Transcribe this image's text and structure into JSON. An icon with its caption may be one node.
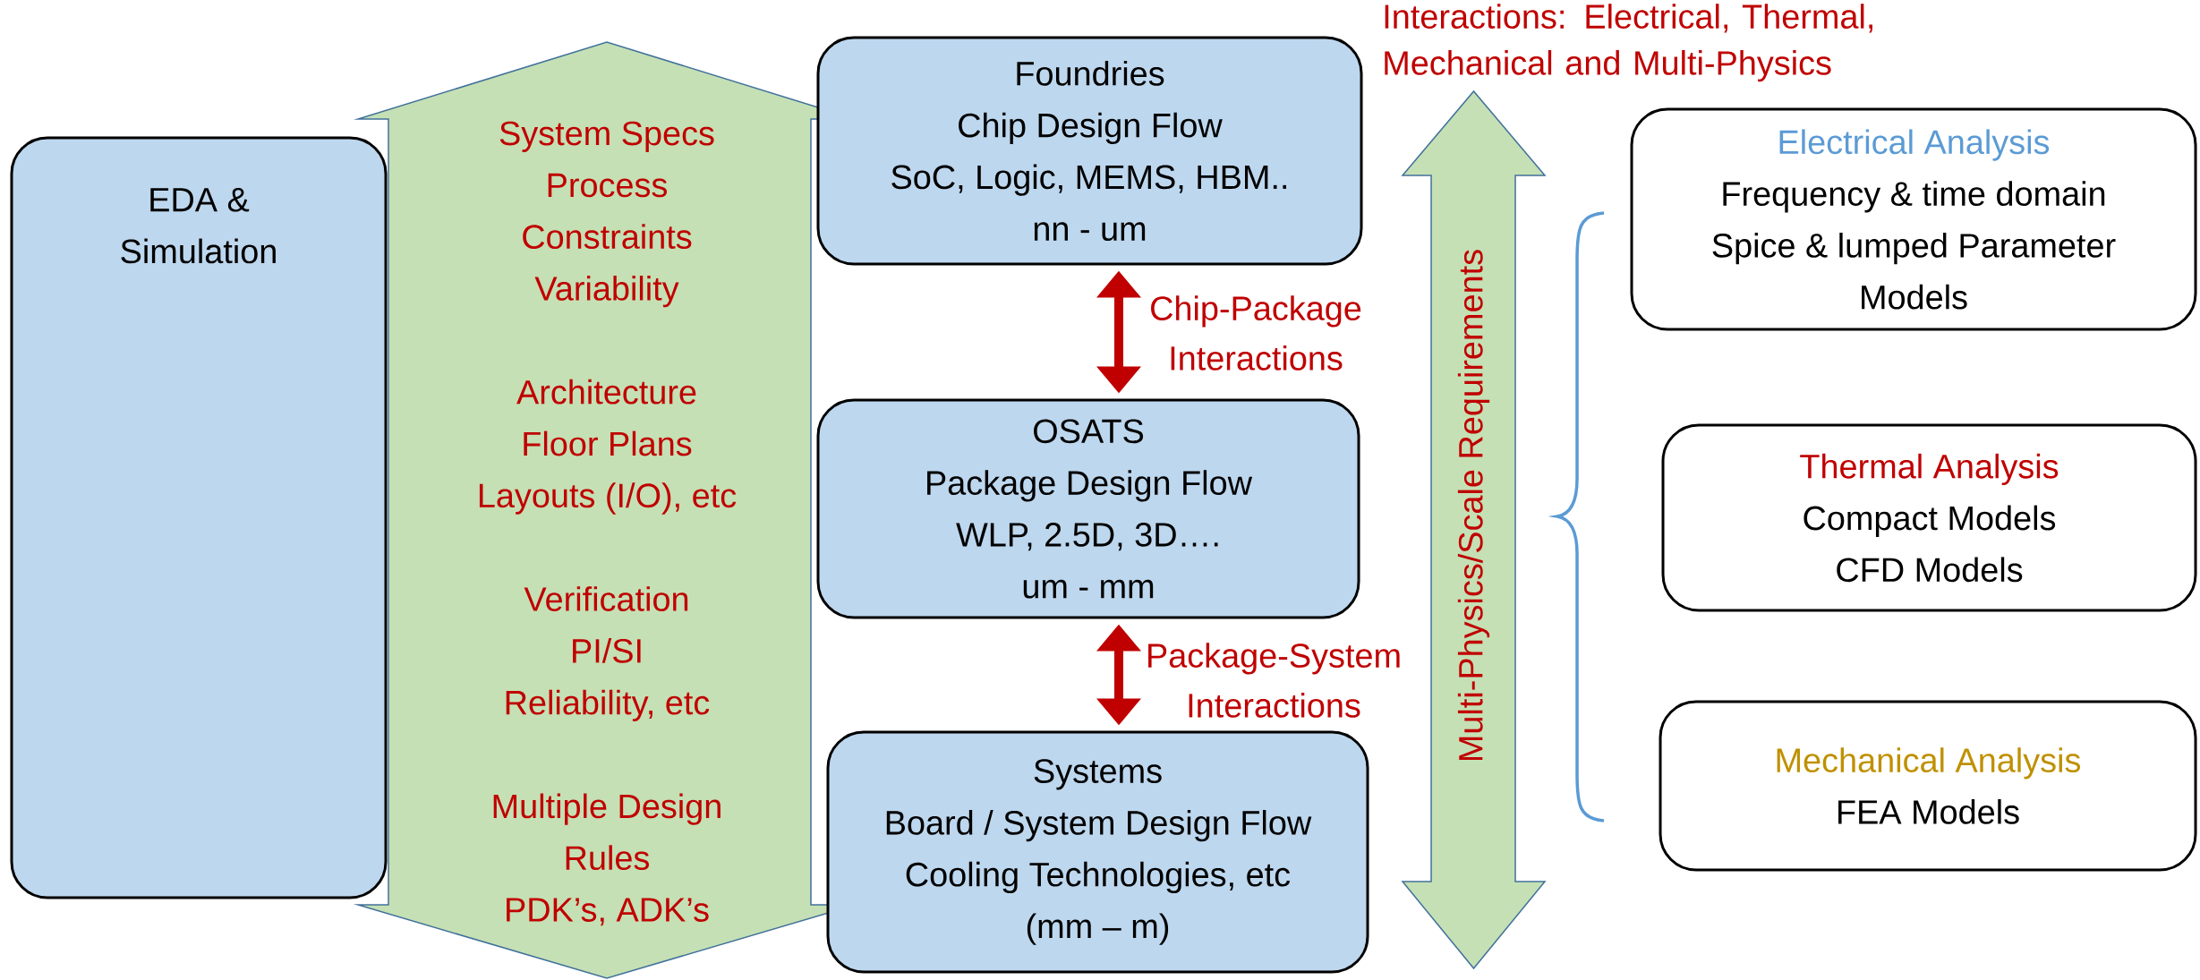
{
  "diagram": {
    "nodes": [
      {
        "text": [
          "EDA &",
          "Simulation"
        ]
      },
      {
        "text": [
          "System Specs",
          "Process",
          "Constraints",
          "Variability",
          "Architecture",
          "Floor Plans",
          "Layouts (I/O), etc",
          "Verification",
          "PI/SI",
          "Reliability, etc",
          "Multiple Design",
          "Rules",
          "PDK’s, ADK’s"
        ]
      },
      {
        "text": [
          "Foundries",
          "Chip Design Flow",
          "SoC, Logic, MEMS, HBM..",
          "nn - um"
        ]
      },
      {
        "text": [
          "OSATS",
          "Package Design Flow",
          "WLP, 2.5D, 3D….",
          "um - mm"
        ]
      },
      {
        "text": [
          "Systems",
          "Board / System Design Flow",
          "Cooling Technologies, etc",
          "(mm – m)"
        ]
      },
      {
        "text": [
          "Multi-Physics/Scale Requirements"
        ]
      },
      {
        "text": [
          "Electrical Analysis",
          "Frequency & time domain",
          "Spice & lumped Parameter",
          "Models"
        ]
      },
      {
        "text": [
          "Thermal Analysis",
          "Compact Models",
          "CFD Models"
        ]
      },
      {
        "text": [
          "Mechanical Analysis",
          "FEA Models"
        ]
      }
    ],
    "edges": [
      {
        "from": 2,
        "to": 3,
        "arrow": "both",
        "label": "Chip-Package Interactions"
      },
      {
        "from": 3,
        "to": 4,
        "arrow": "both",
        "label": "Package-System Interactions"
      }
    ],
    "labels": [
      "Interactions: Electrical, Thermal, Mechanical and Multi-Physics"
    ]
  }
}
